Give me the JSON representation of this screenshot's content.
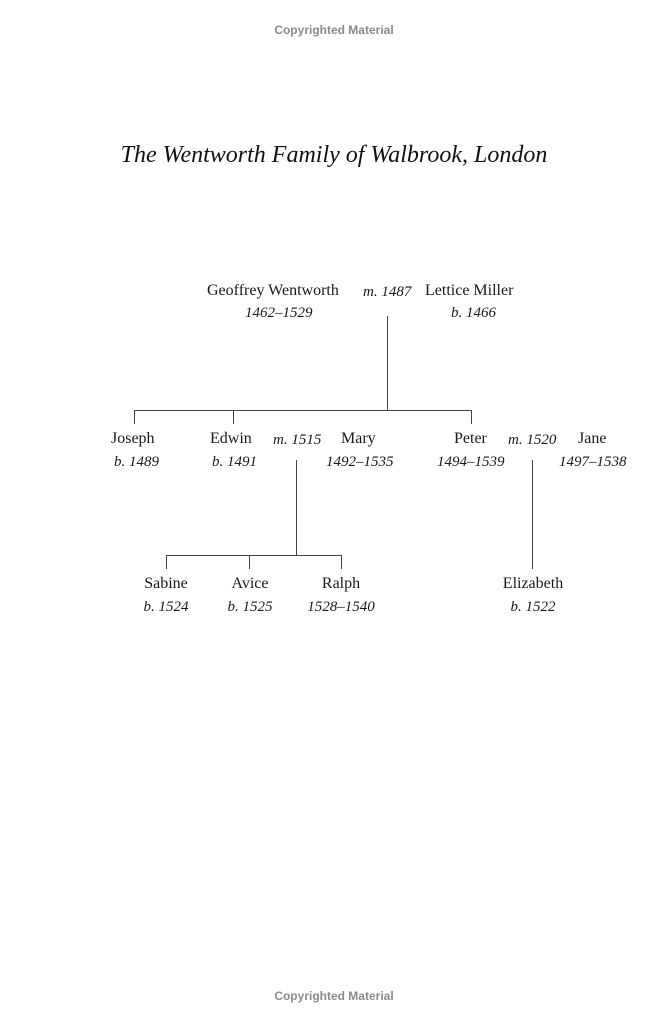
{
  "watermark": {
    "top": "Copyrighted Material",
    "bottom": "Copyrighted Material"
  },
  "title": "The Wentworth Family of Walbrook, London",
  "gen1": {
    "geoffrey": {
      "name": "Geoffrey Wentworth",
      "dates": "1462–1529"
    },
    "marriage": "m. 1487",
    "lettice": {
      "name": "Lettice Miller",
      "dates": "b. 1466"
    }
  },
  "gen2": {
    "joseph": {
      "name": "Joseph",
      "dates": "b. 1489"
    },
    "edwin": {
      "name": "Edwin",
      "dates": "b. 1491"
    },
    "edwin_marriage": "m. 1515",
    "mary": {
      "name": "Mary",
      "dates": "1492–1535"
    },
    "peter": {
      "name": "Peter",
      "dates": "1494–1539"
    },
    "peter_marriage": "m. 1520",
    "jane": {
      "name": "Jane",
      "dates": "1497–1538"
    }
  },
  "gen3": {
    "sabine": {
      "name": "Sabine",
      "dates": "b. 1524"
    },
    "avice": {
      "name": "Avice",
      "dates": "b. 1525"
    },
    "ralph": {
      "name": "Ralph",
      "dates": "1528–1540"
    },
    "elizabeth": {
      "name": "Elizabeth",
      "dates": "b. 1522"
    }
  }
}
